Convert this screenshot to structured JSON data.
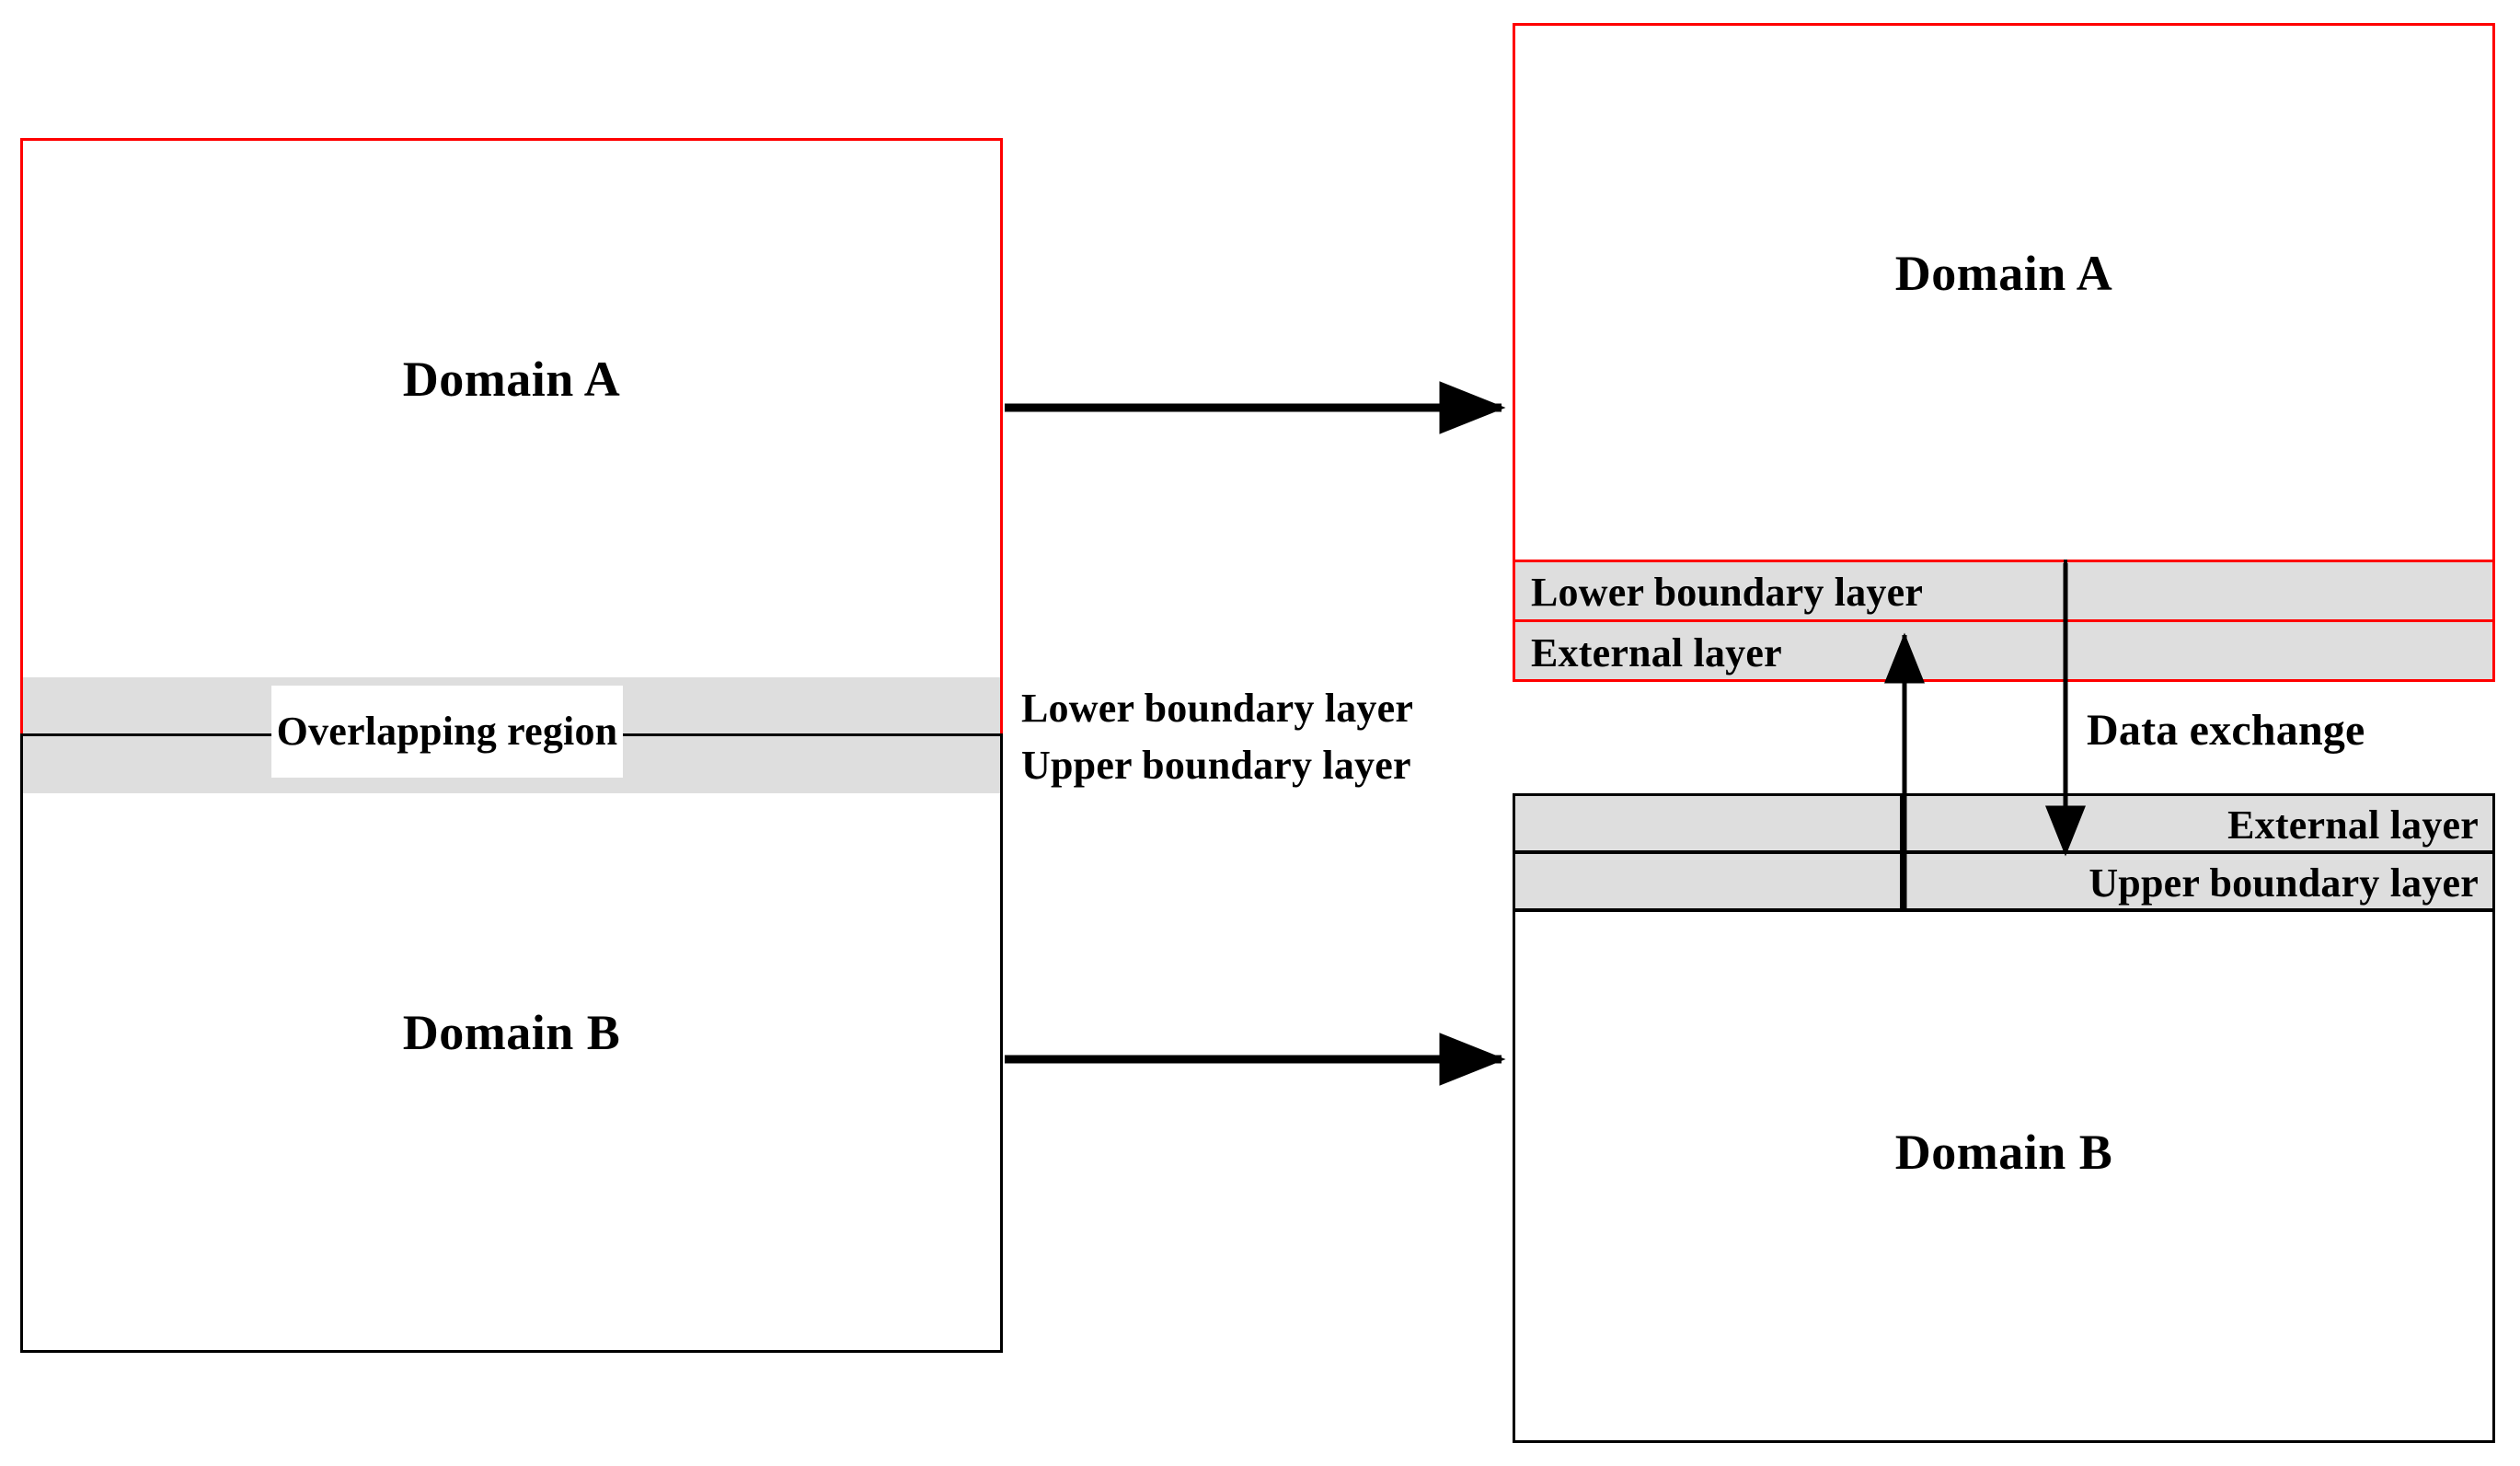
{
  "figure": {
    "colors": {
      "domain_border_red": "#ff0000",
      "domain_border_black": "#000000",
      "band_fill": "#dedede",
      "background": "#ffffff",
      "arrow": "#000000"
    },
    "left_panel": {
      "domain_a_label": "Domain A",
      "domain_b_label": "Domain B",
      "overlap_label": "Overlapping region"
    },
    "middle_labels": {
      "lower_boundary_layer": "Lower boundary layer",
      "upper_boundary_layer": "Upper boundary layer"
    },
    "right_panel": {
      "domain_a": {
        "title": "Domain A",
        "bands": [
          {
            "label": "Lower boundary layer"
          },
          {
            "label": "External layer"
          }
        ]
      },
      "domain_b": {
        "title": "Domain B",
        "bands": [
          {
            "label": "External layer"
          },
          {
            "label": "Upper boundary layer"
          }
        ]
      },
      "data_exchange_label": "Data exchange"
    }
  }
}
